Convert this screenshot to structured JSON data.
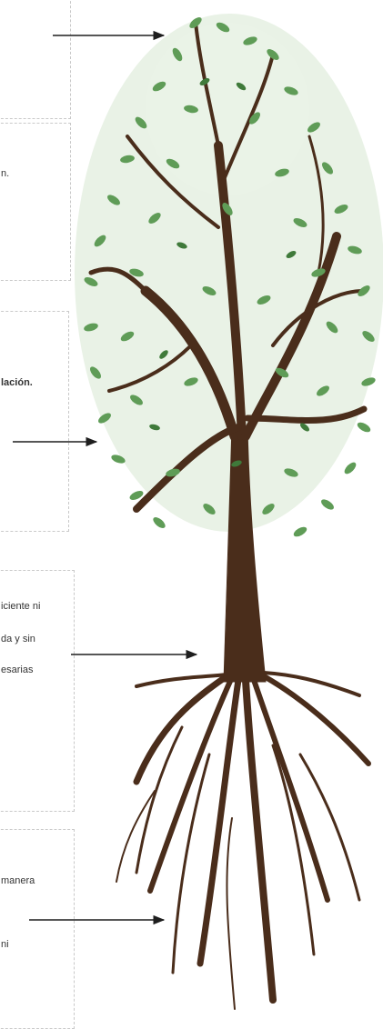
{
  "colors": {
    "trunk": "#4a2d1b",
    "leaf": "#5f9c57",
    "leaf_dark": "#3f7a3a",
    "box_border": "#c9c9c9",
    "arrow": "#1e1e1e"
  },
  "icons": [
    "tree-illustration",
    "arrow-right"
  ],
  "boxes": {
    "box2": {
      "line1": "n."
    },
    "box3": {
      "line1": "lación."
    },
    "box4": {
      "line1": "iciente ni",
      "line2": "da y sin",
      "line3": "esarias"
    },
    "box5": {
      "line1": "manera",
      "line2": "ni"
    }
  }
}
